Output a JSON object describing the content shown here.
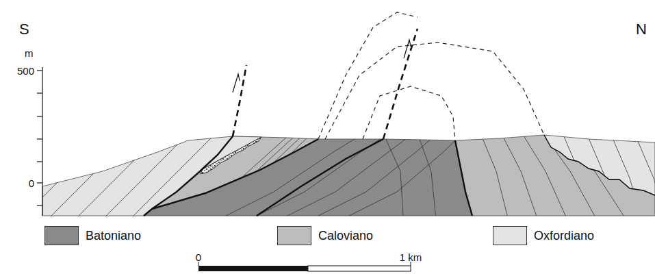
{
  "diagram": {
    "labels": [
      "S",
      "N",
      "m",
      "500",
      "0",
      "0",
      "1 km"
    ],
    "legend": [
      {
        "text": "Batoniano",
        "color": "#8a8a8a"
      },
      {
        "text": "Caloviano",
        "color": "#bdbdbd"
      },
      {
        "text": "Oxfordiano",
        "color": "#e4e4e4"
      }
    ]
  }
}
